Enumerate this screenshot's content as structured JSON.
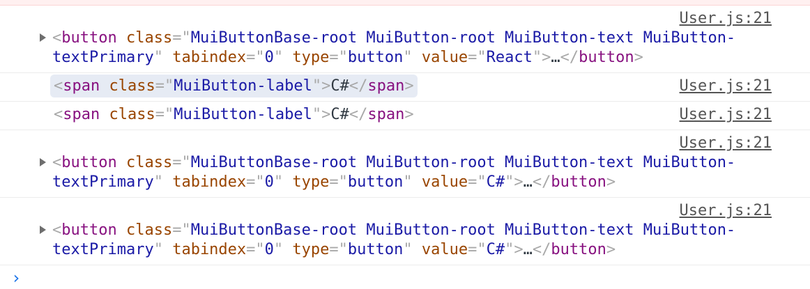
{
  "console": {
    "rows": [
      {
        "source": "User.js:21",
        "kind": "node",
        "tag": "button",
        "attrs": [
          [
            "class",
            "MuiButtonBase-root MuiButton-root MuiButton-text MuiButton-textPrimary"
          ],
          [
            "tabindex",
            "0"
          ],
          [
            "type",
            "button"
          ],
          [
            "value",
            "React"
          ]
        ],
        "inner": "…",
        "highlighted": false
      },
      {
        "source": "User.js:21",
        "kind": "leaf",
        "tag": "span",
        "attrs": [
          [
            "class",
            "MuiButton-label"
          ]
        ],
        "inner": "C#",
        "highlighted": true
      },
      {
        "source": "User.js:21",
        "kind": "leaf",
        "tag": "span",
        "attrs": [
          [
            "class",
            "MuiButton-label"
          ]
        ],
        "inner": "C#",
        "highlighted": false
      },
      {
        "source": "User.js:21",
        "kind": "node",
        "tag": "button",
        "attrs": [
          [
            "class",
            "MuiButtonBase-root MuiButton-root MuiButton-text MuiButton-textPrimary"
          ],
          [
            "tabindex",
            "0"
          ],
          [
            "type",
            "button"
          ],
          [
            "value",
            "C#"
          ]
        ],
        "inner": "…",
        "highlighted": false
      },
      {
        "source": "User.js:21",
        "kind": "node",
        "tag": "button",
        "attrs": [
          [
            "class",
            "MuiButtonBase-root MuiButton-root MuiButton-text MuiButton-textPrimary"
          ],
          [
            "tabindex",
            "0"
          ],
          [
            "type",
            "button"
          ],
          [
            "value",
            "C#"
          ]
        ],
        "inner": "…",
        "highlighted": false
      }
    ],
    "prompt_icon": "chevron-right-icon",
    "colors": {
      "tag": "#881280",
      "attr_name": "#994500",
      "attr_value": "#1a1aa6",
      "bracket": "#a8a8a8",
      "prompt": "#1a73e8"
    }
  }
}
